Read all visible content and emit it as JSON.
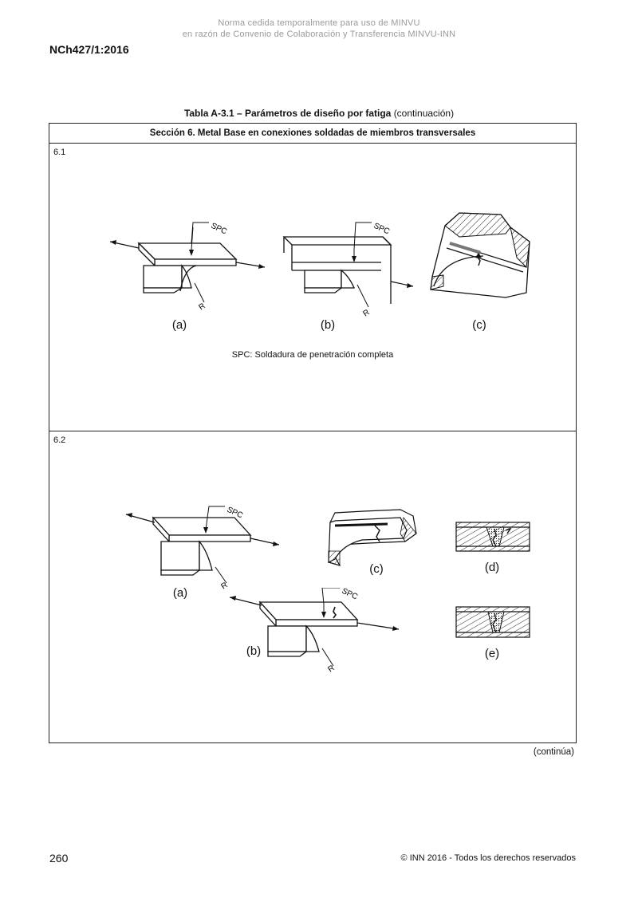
{
  "watermark": {
    "line1": "Norma cedida temporalmente para uso de MINVU",
    "line2": "en razón de Convenio de Colaboración y Transferencia MINVU-INN"
  },
  "header": {
    "standard_code": "NCh427/1:2016"
  },
  "table": {
    "title_bold": "Tabla A-3.1 – Parámetros de diseño por fatiga",
    "title_regular": "(continuación)",
    "section_header": "Sección 6. Metal Base en conexiones soldadas de miembros transversales",
    "rows": [
      {
        "number": "6.1",
        "figure_labels": [
          "(a)",
          "(b)",
          "(c)"
        ],
        "weld_tag": "SPC",
        "radius_tag": "R",
        "note": "SPC: Soldadura de penetración completa"
      },
      {
        "number": "6.2",
        "figure_labels": [
          "(a)",
          "(b)",
          "(c)",
          "(d)",
          "(e)"
        ],
        "weld_tag": "SPC",
        "radius_tag": "R"
      }
    ]
  },
  "continuation": "(continúa)",
  "footer": {
    "page_number": "260",
    "copyright": "© INN 2016 - Todos los derechos reservados"
  }
}
